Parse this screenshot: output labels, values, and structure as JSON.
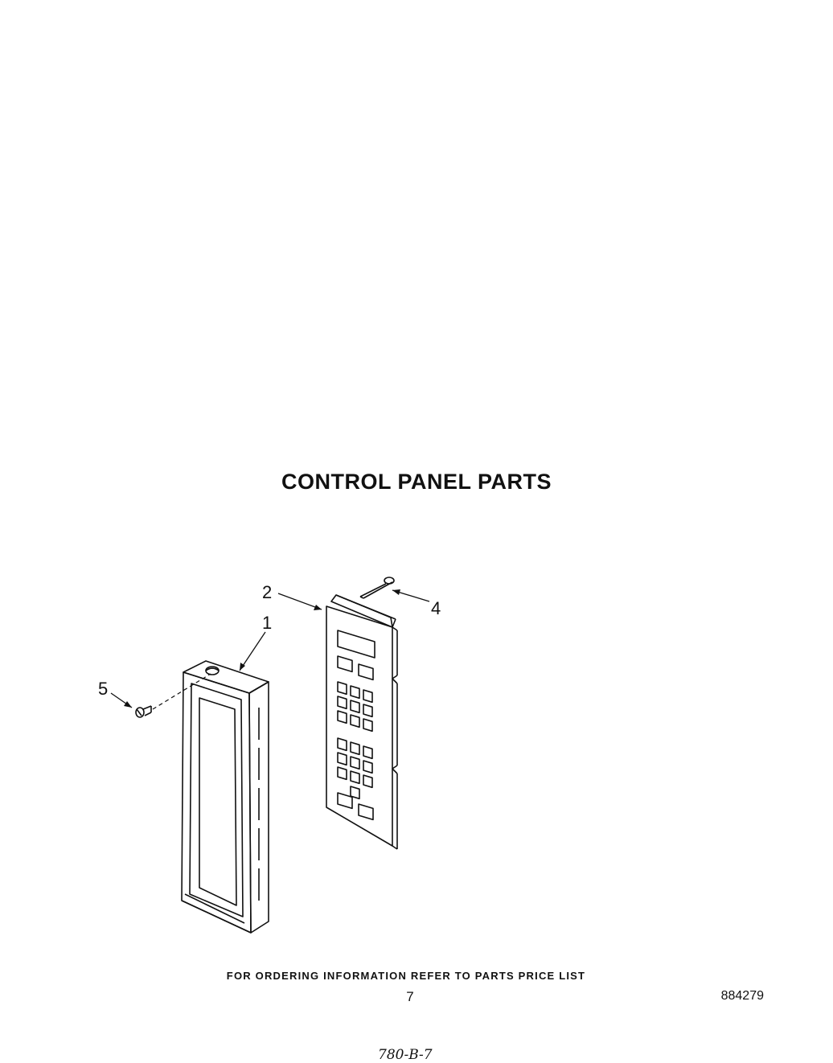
{
  "title": "CONTROL PANEL PARTS",
  "callouts": [
    {
      "id": "1",
      "label": "1"
    },
    {
      "id": "2",
      "label": "2"
    },
    {
      "id": "4",
      "label": "4"
    },
    {
      "id": "5",
      "label": "5"
    }
  ],
  "footer_text": "FOR ORDERING INFORMATION REFER TO PARTS PRICE LIST",
  "page_number": "7",
  "document_number": "884279",
  "handwritten_note": "780-B-7"
}
